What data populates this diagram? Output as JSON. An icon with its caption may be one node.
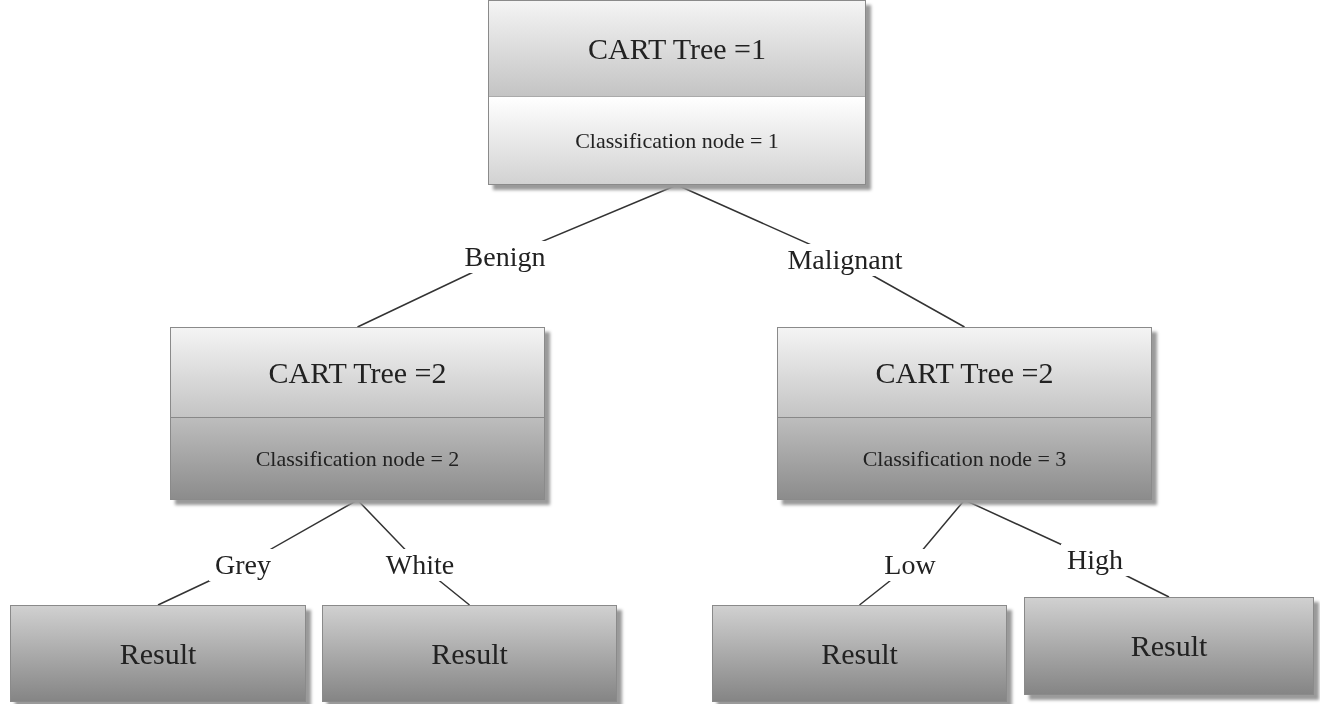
{
  "diagram": {
    "nodes": [
      {
        "text": [
          "CART Tree =1",
          "Classification node = 1"
        ]
      },
      {
        "text": [
          "CART Tree =2",
          "Classification node = 2"
        ]
      },
      {
        "text": [
          "CART Tree =2",
          "Classification node = 3"
        ]
      },
      {
        "text": [
          "Result"
        ]
      },
      {
        "text": [
          "Result"
        ]
      },
      {
        "text": [
          "Result"
        ]
      },
      {
        "text": [
          "Result"
        ]
      }
    ],
    "edges": [
      {
        "from": 0,
        "to": 1,
        "arrow": "none",
        "label": "Benign"
      },
      {
        "from": 0,
        "to": 2,
        "arrow": "none",
        "label": "Malignant"
      },
      {
        "from": 1,
        "to": 3,
        "arrow": "none",
        "label": "Grey"
      },
      {
        "from": 1,
        "to": 4,
        "arrow": "none",
        "label": "White"
      },
      {
        "from": 2,
        "to": 5,
        "arrow": "none",
        "label": "Low"
      },
      {
        "from": 2,
        "to": 6,
        "arrow": "none",
        "label": "High"
      }
    ]
  }
}
